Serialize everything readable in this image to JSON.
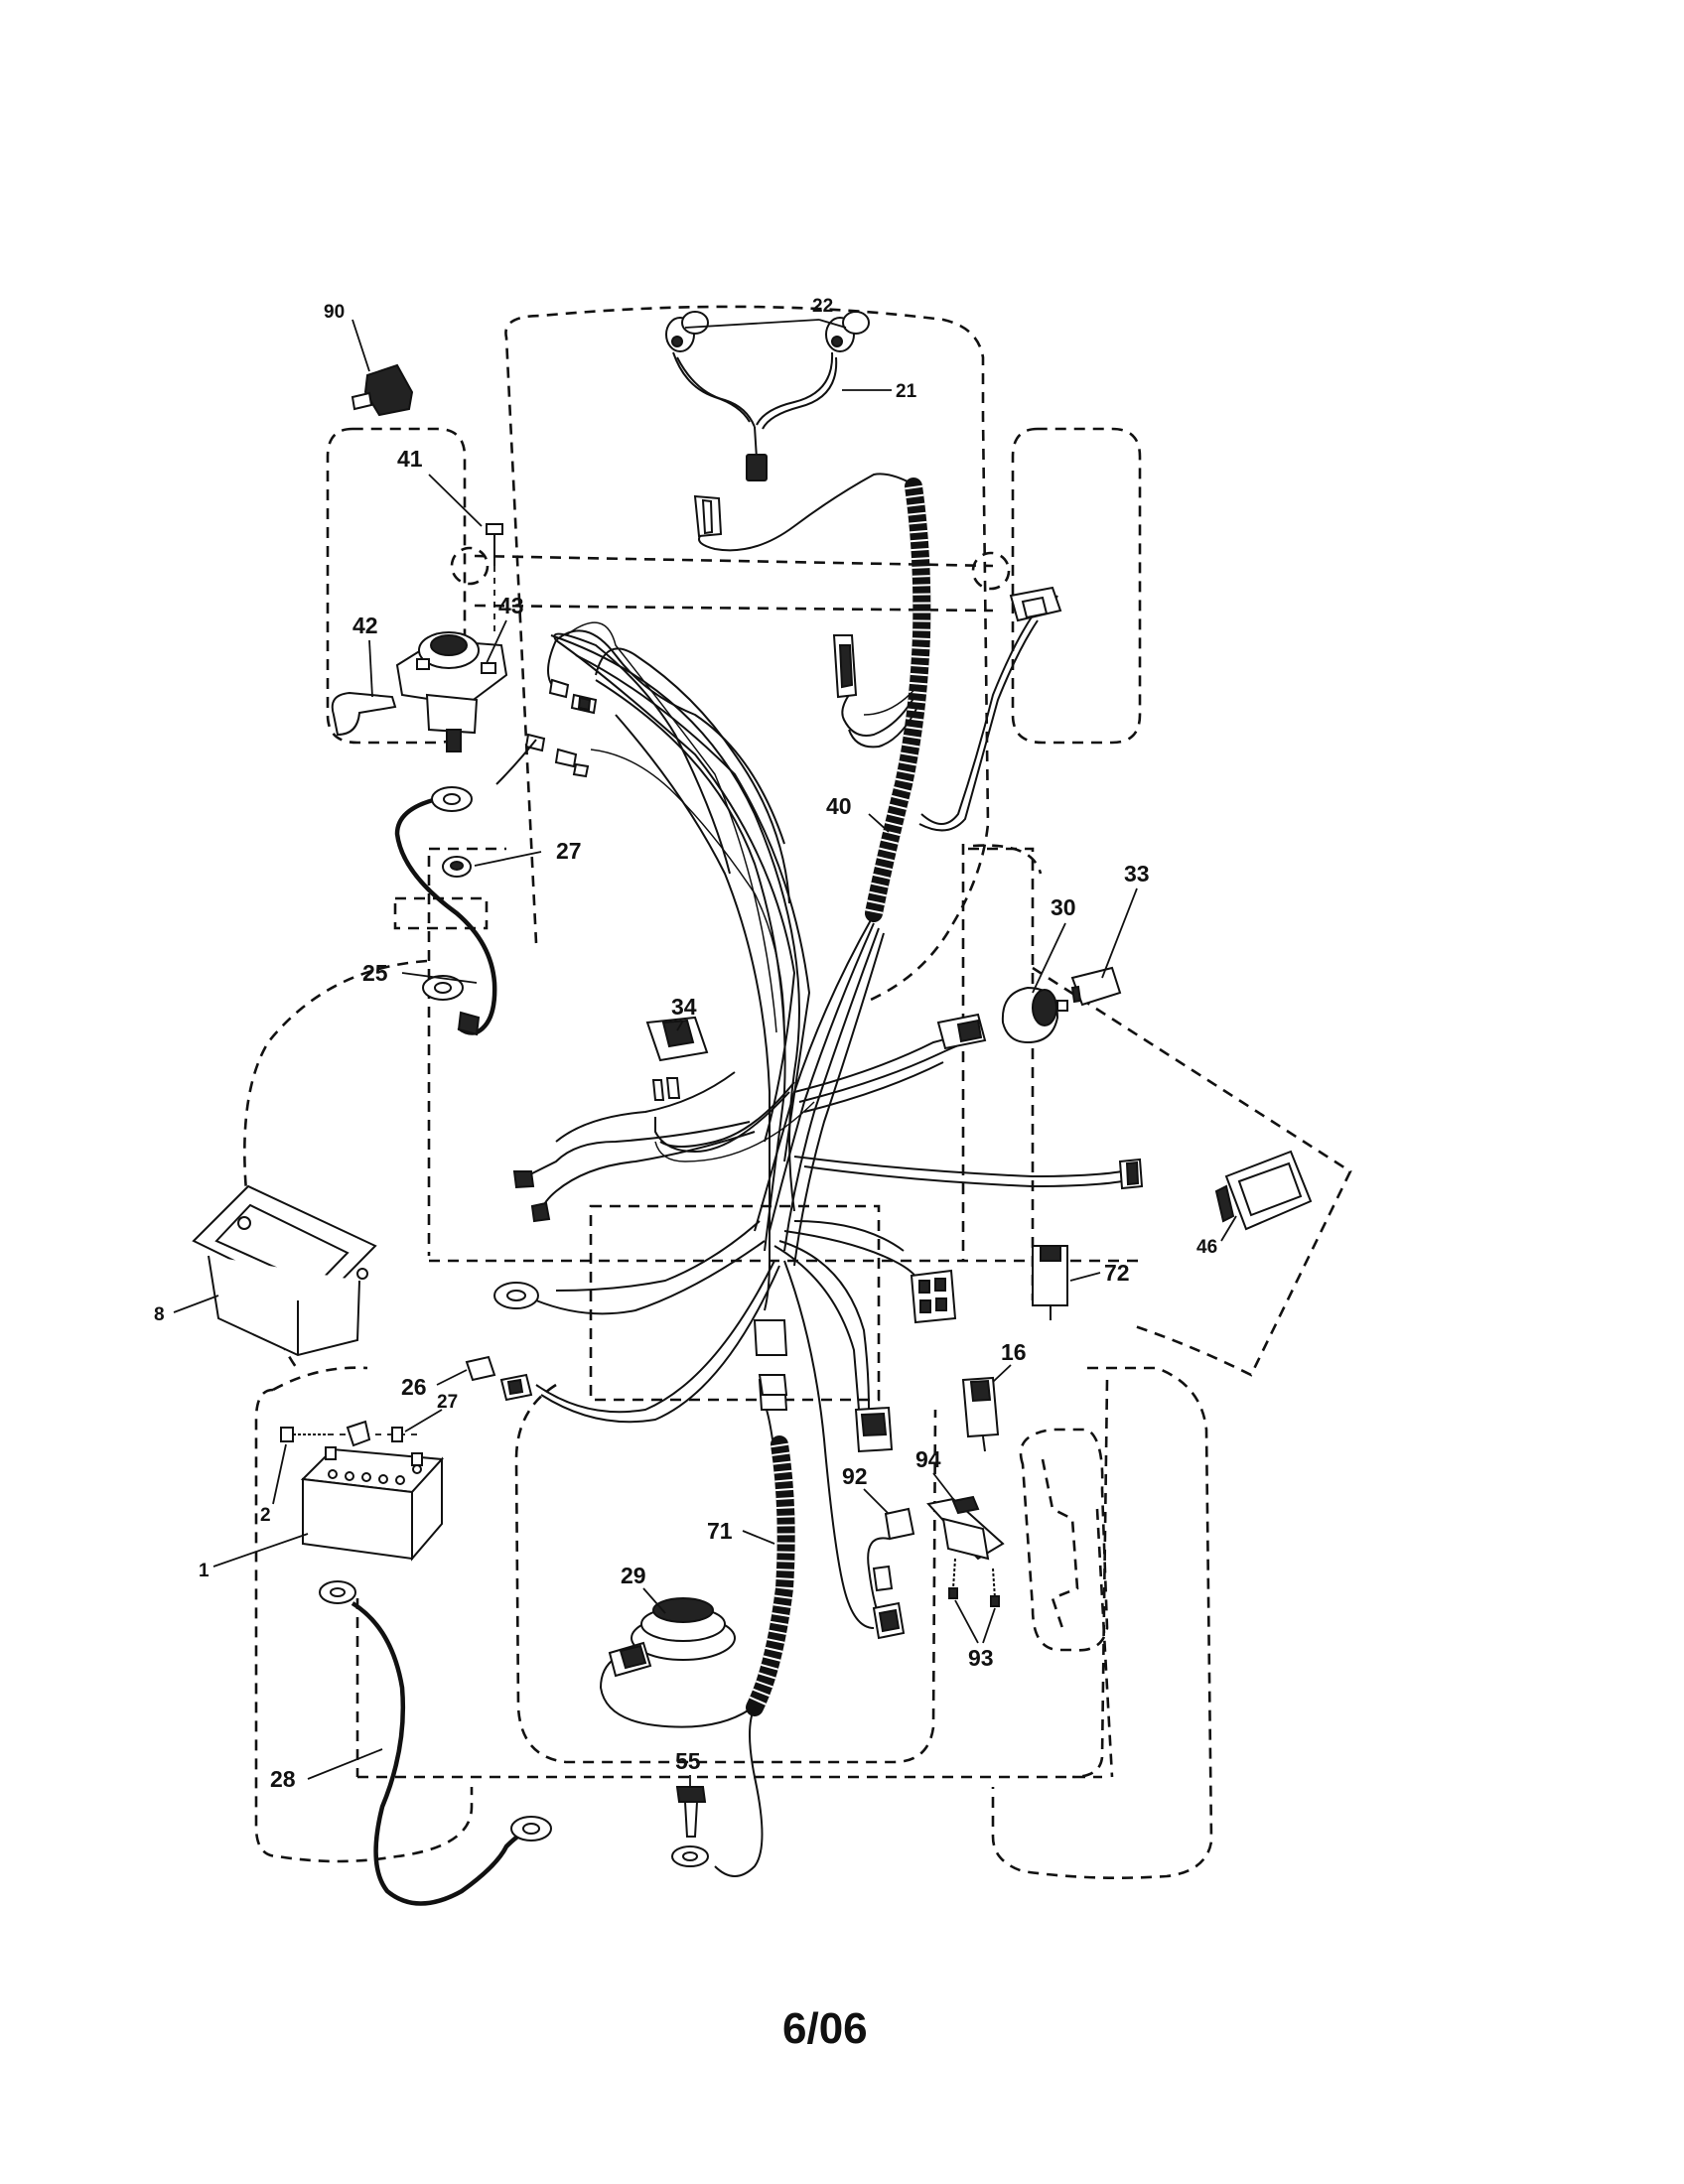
{
  "callouts": {
    "c22": "22",
    "c21": "21",
    "c90": "90",
    "c41": "41",
    "c43": "43",
    "c42": "42",
    "c27a": "27",
    "c40": "40",
    "c33": "33",
    "c30": "30",
    "c25": "25",
    "c34": "34",
    "c8": "8",
    "c46": "46",
    "c72": "72",
    "c26": "26",
    "c27b": "27",
    "c16": "16",
    "c2": "2",
    "c1": "1",
    "c92": "92",
    "c94": "94",
    "c71": "71",
    "c29": "29",
    "c93": "93",
    "c28": "28",
    "c55": "55"
  },
  "footer": {
    "date_code": "6/06"
  }
}
